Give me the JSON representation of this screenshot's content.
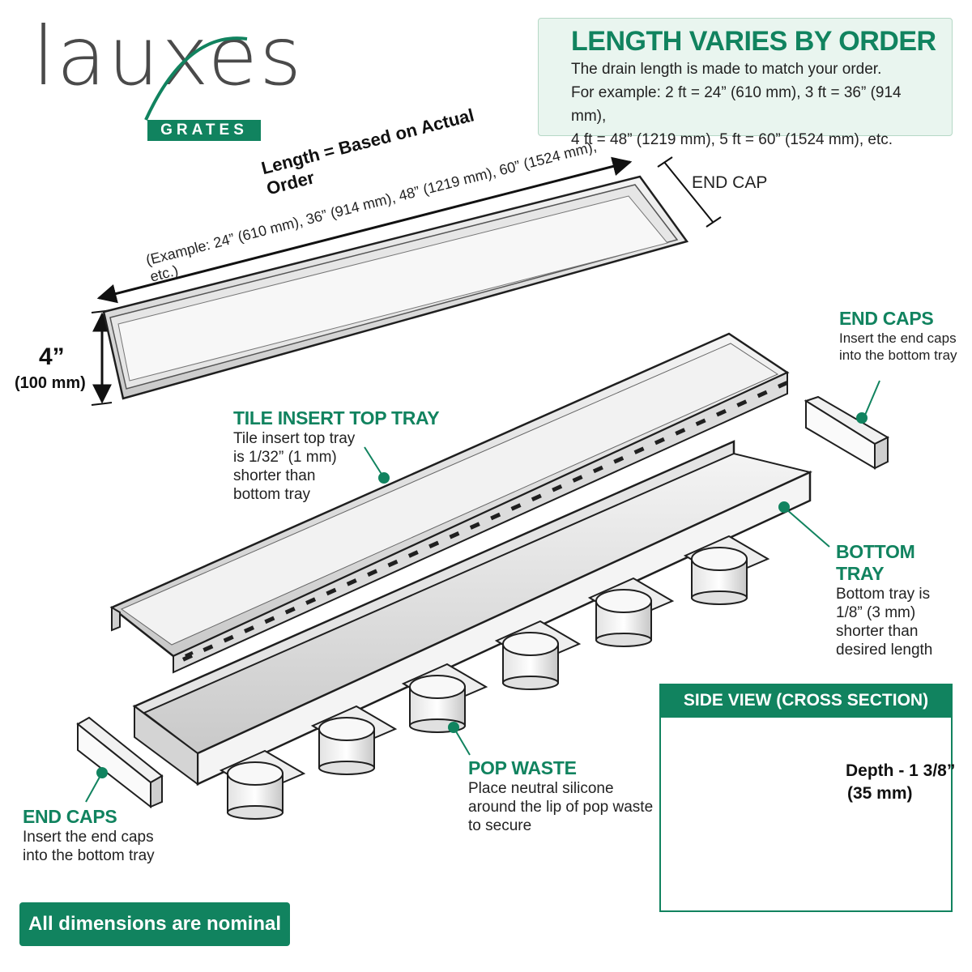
{
  "logo": {
    "word": "lauxes",
    "tag": "GRATES"
  },
  "info": {
    "title": "LENGTH VARIES BY ORDER",
    "lines": [
      "The drain length is made to match your order.",
      "For example: 2 ft = 24” (610 mm), 3 ft = 36” (914 mm),",
      "4 ft = 48” (1219 mm), 5 ft = 60” (1524 mm), etc."
    ]
  },
  "length": {
    "title": "Length = Based on Actual Order",
    "example": "(Example: 24” (610 mm), 36” (914 mm), 48” (1219 mm), 60” (1524 mm), etc.)"
  },
  "width": {
    "value": "4”",
    "metric": "(100 mm)"
  },
  "end_cap_top": "END CAP",
  "end_caps_right": {
    "title": "END CAPS",
    "lines": [
      "Insert the end caps",
      "into the bottom tray"
    ]
  },
  "end_caps_left": {
    "title": "END CAPS",
    "lines": [
      "Insert the end caps",
      "into the bottom tray"
    ]
  },
  "top_tray": {
    "title": "TILE INSERT TOP TRAY",
    "lines": [
      "Tile insert top tray",
      "is 1/32” (1 mm)",
      "shorter than",
      "bottom tray"
    ]
  },
  "bottom_tray": {
    "title": "BOTTOM TRAY",
    "lines": [
      "Bottom tray is",
      "1/8” (3 mm)",
      "shorter than",
      "desired length"
    ]
  },
  "pop_waste": {
    "title": "POP WASTE",
    "lines": [
      "Place neutral silicone",
      "around the lip of pop waste",
      "to secure"
    ]
  },
  "side_view": {
    "title": "SIDE VIEW (CROSS SECTION)",
    "depth": "Depth - 1 3/8”",
    "depth_metric": "(35 mm)"
  },
  "footer": "All dimensions are nominal",
  "colors": {
    "brand_green": "#11835f",
    "info_bg": "#e9f5ef",
    "metal": "#d8d8d8",
    "outline": "#1f1f1f"
  }
}
